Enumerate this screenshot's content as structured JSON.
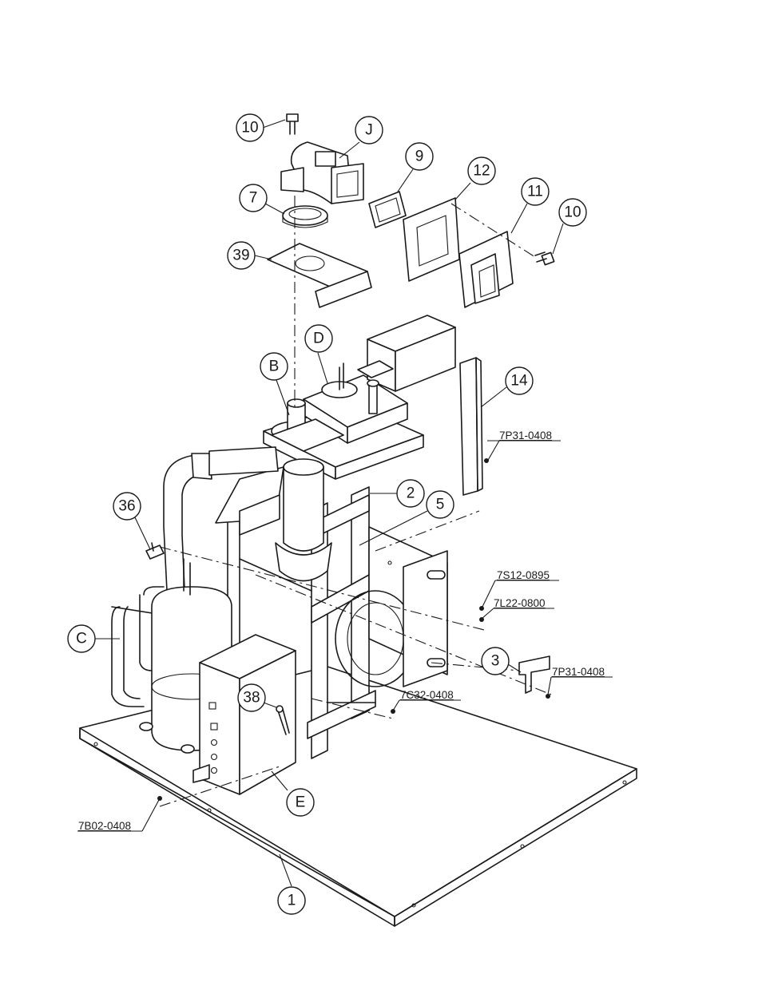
{
  "callouts": {
    "c10a": "10",
    "cJ": "J",
    "c9": "9",
    "c12": "12",
    "c11": "11",
    "c10b": "10",
    "c7": "7",
    "c39": "39",
    "cD": "D",
    "cB": "B",
    "c14": "14",
    "c2": "2",
    "c5": "5",
    "c36": "36",
    "cC": "C",
    "c3": "3",
    "c38": "38",
    "cE": "E",
    "c1": "1"
  },
  "references": {
    "r7P31a": "7P31-0408",
    "r7S12": "7S12-0895",
    "r7L22": "7L22-0800",
    "r7P31b": "7P31-0408",
    "r7C32": "7C32-0408",
    "r7B02": "7B02-0408"
  }
}
